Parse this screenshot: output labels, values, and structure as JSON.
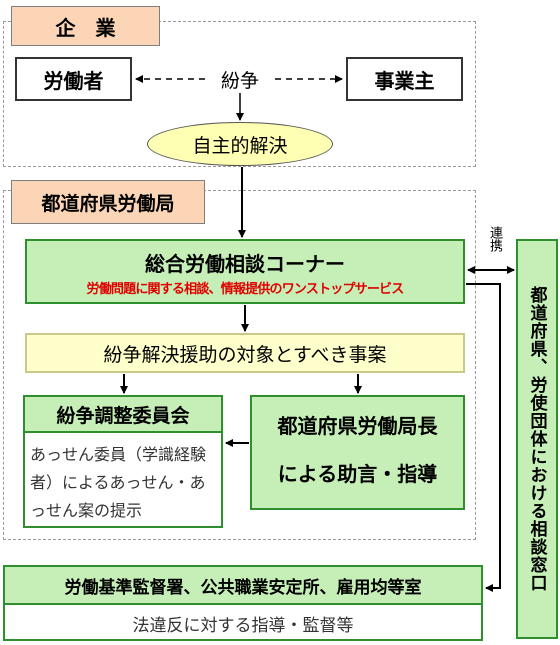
{
  "company": {
    "label": "企　業",
    "worker": "労働者",
    "dispute": "紛争",
    "employer": "事業主",
    "self_resolution": "自主的解決"
  },
  "labor_bureau": {
    "label": "都道府県労働局",
    "corner_title": "総合労働相談コーナー",
    "corner_subtitle": "労働問題に関する相談、情報提供のワンストップサービス",
    "target_cases": "紛争解決援助の対象とすべき事案",
    "committee_title": "紛争調整委員会",
    "committee_body": "あっせん委員（学識経験者）によるあっせん・あっせん案の提示",
    "director_line1": "都道府県労働局長",
    "director_line2": "による助言・指導"
  },
  "cooperation": "連携",
  "consult_window": "都道府県、労使団体における相談窓口",
  "offices": {
    "title": "労働基準監督署、公共職業安定所、雇用均等室",
    "body": "法違反に対する指導・監督等"
  },
  "colors": {
    "green_fill": "#c6efb7",
    "green_border": "#2f8f2f",
    "orange_fill": "#fbd5b5",
    "yellow_fill": "#ffffcc",
    "ellipse_fill": "#ffffb3",
    "red_text": "#e00000"
  }
}
